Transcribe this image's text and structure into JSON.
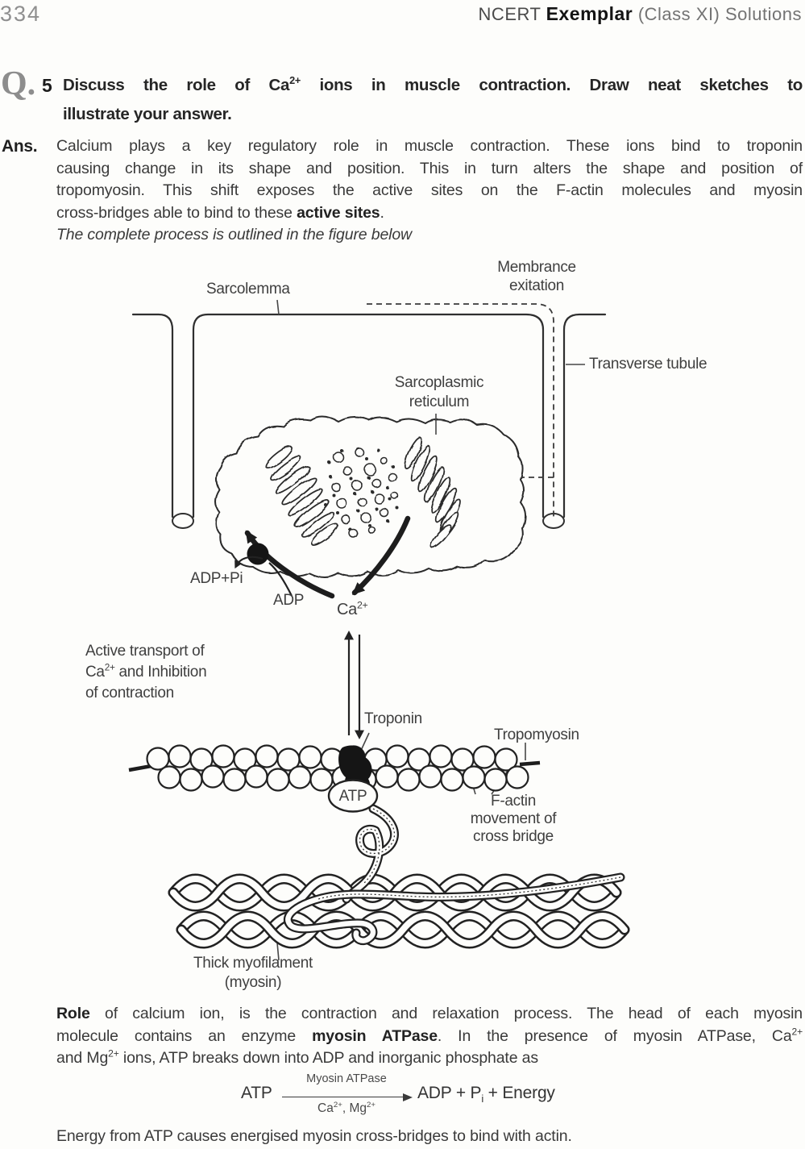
{
  "colors": {
    "ink": "#2e2e2e",
    "muted_gray": "#8f8f8f",
    "diagram_stroke": "#2f2f2f"
  },
  "header": {
    "page_number": "334",
    "brand_normal": "NCERT ",
    "brand_bold": "Exemplar",
    "brand_rest": " (Class XI) Solutions"
  },
  "question": {
    "label": "Q.",
    "number": "5",
    "line1_pre": "Discuss the role of Ca",
    "line1_sup": "2+",
    "line1_post": " ions in muscle contraction. Draw neat sketches to",
    "line2": "illustrate your answer."
  },
  "answer": {
    "label": "Ans.",
    "line1": "Calcium plays a key regulatory role in muscle contraction. These ions bind to troponin",
    "line2": "causing change in its shape and position. This in turn alters the shape and position of",
    "line3": "tropomyosin. This shift exposes the active sites on the F-actin molecules and myosin",
    "line4_pre": "cross-bridges able to bind to these ",
    "line4_bold": "active sites",
    "line4_post": ".",
    "note": "The complete process is outlined in the figure below"
  },
  "figure": {
    "sarcolemma": "Sarcolemma",
    "membrane_excitation_line1": "Membrance",
    "membrane_excitation_line2": "exitation",
    "transverse_tubule": "Transverse tubule",
    "sarcoplasmic_line1": "Sarcoplasmic",
    "sarcoplasmic_line2": "reticulum",
    "adp_pi": "ADP+Pi",
    "adp": "ADP",
    "ca_base": "Ca",
    "ca_sup": "2+",
    "active_line1": "Active transport of",
    "active_line2_pre": "Ca",
    "active_line2_sup": "2+",
    "active_line2_post": " and Inhibition",
    "active_line3": "of contraction",
    "troponin": "Troponin",
    "tropomyosin": "Tropomyosin",
    "atp": "ATP",
    "factin_line1": "F-actin",
    "factin_line2": "movement of",
    "factin_line3": "cross bridge",
    "thick_line1": "Thick myofilament",
    "thick_line2": "(myosin)"
  },
  "role": {
    "line1_bold": "Role",
    "line1_rest": " of calcium ion, is the contraction and relaxation process. The head of each myosin",
    "line2_pre": "molecule contains an enzyme ",
    "line2_bold": "myosin ATPase",
    "line2_mid": ". In the presence of myosin ATPase, Ca",
    "line2_sup": "2+",
    "line3_pre": "and Mg",
    "line3_sup": "2+",
    "line3_post": " ions, ATP breaks down into ADP and inorganic phosphate as"
  },
  "equation": {
    "lhs": "ATP",
    "catalyst_top": "Myosin ATPase",
    "below_ca": "Ca",
    "below_ca_sup": "2+",
    "below_sep": ", Mg",
    "below_mg_sup": "2+",
    "rhs_pre": "ADP + P",
    "rhs_sub": "i",
    "rhs_post": " + Energy"
  },
  "closing": "Energy from ATP causes energised myosin cross-bridges to bind with actin."
}
